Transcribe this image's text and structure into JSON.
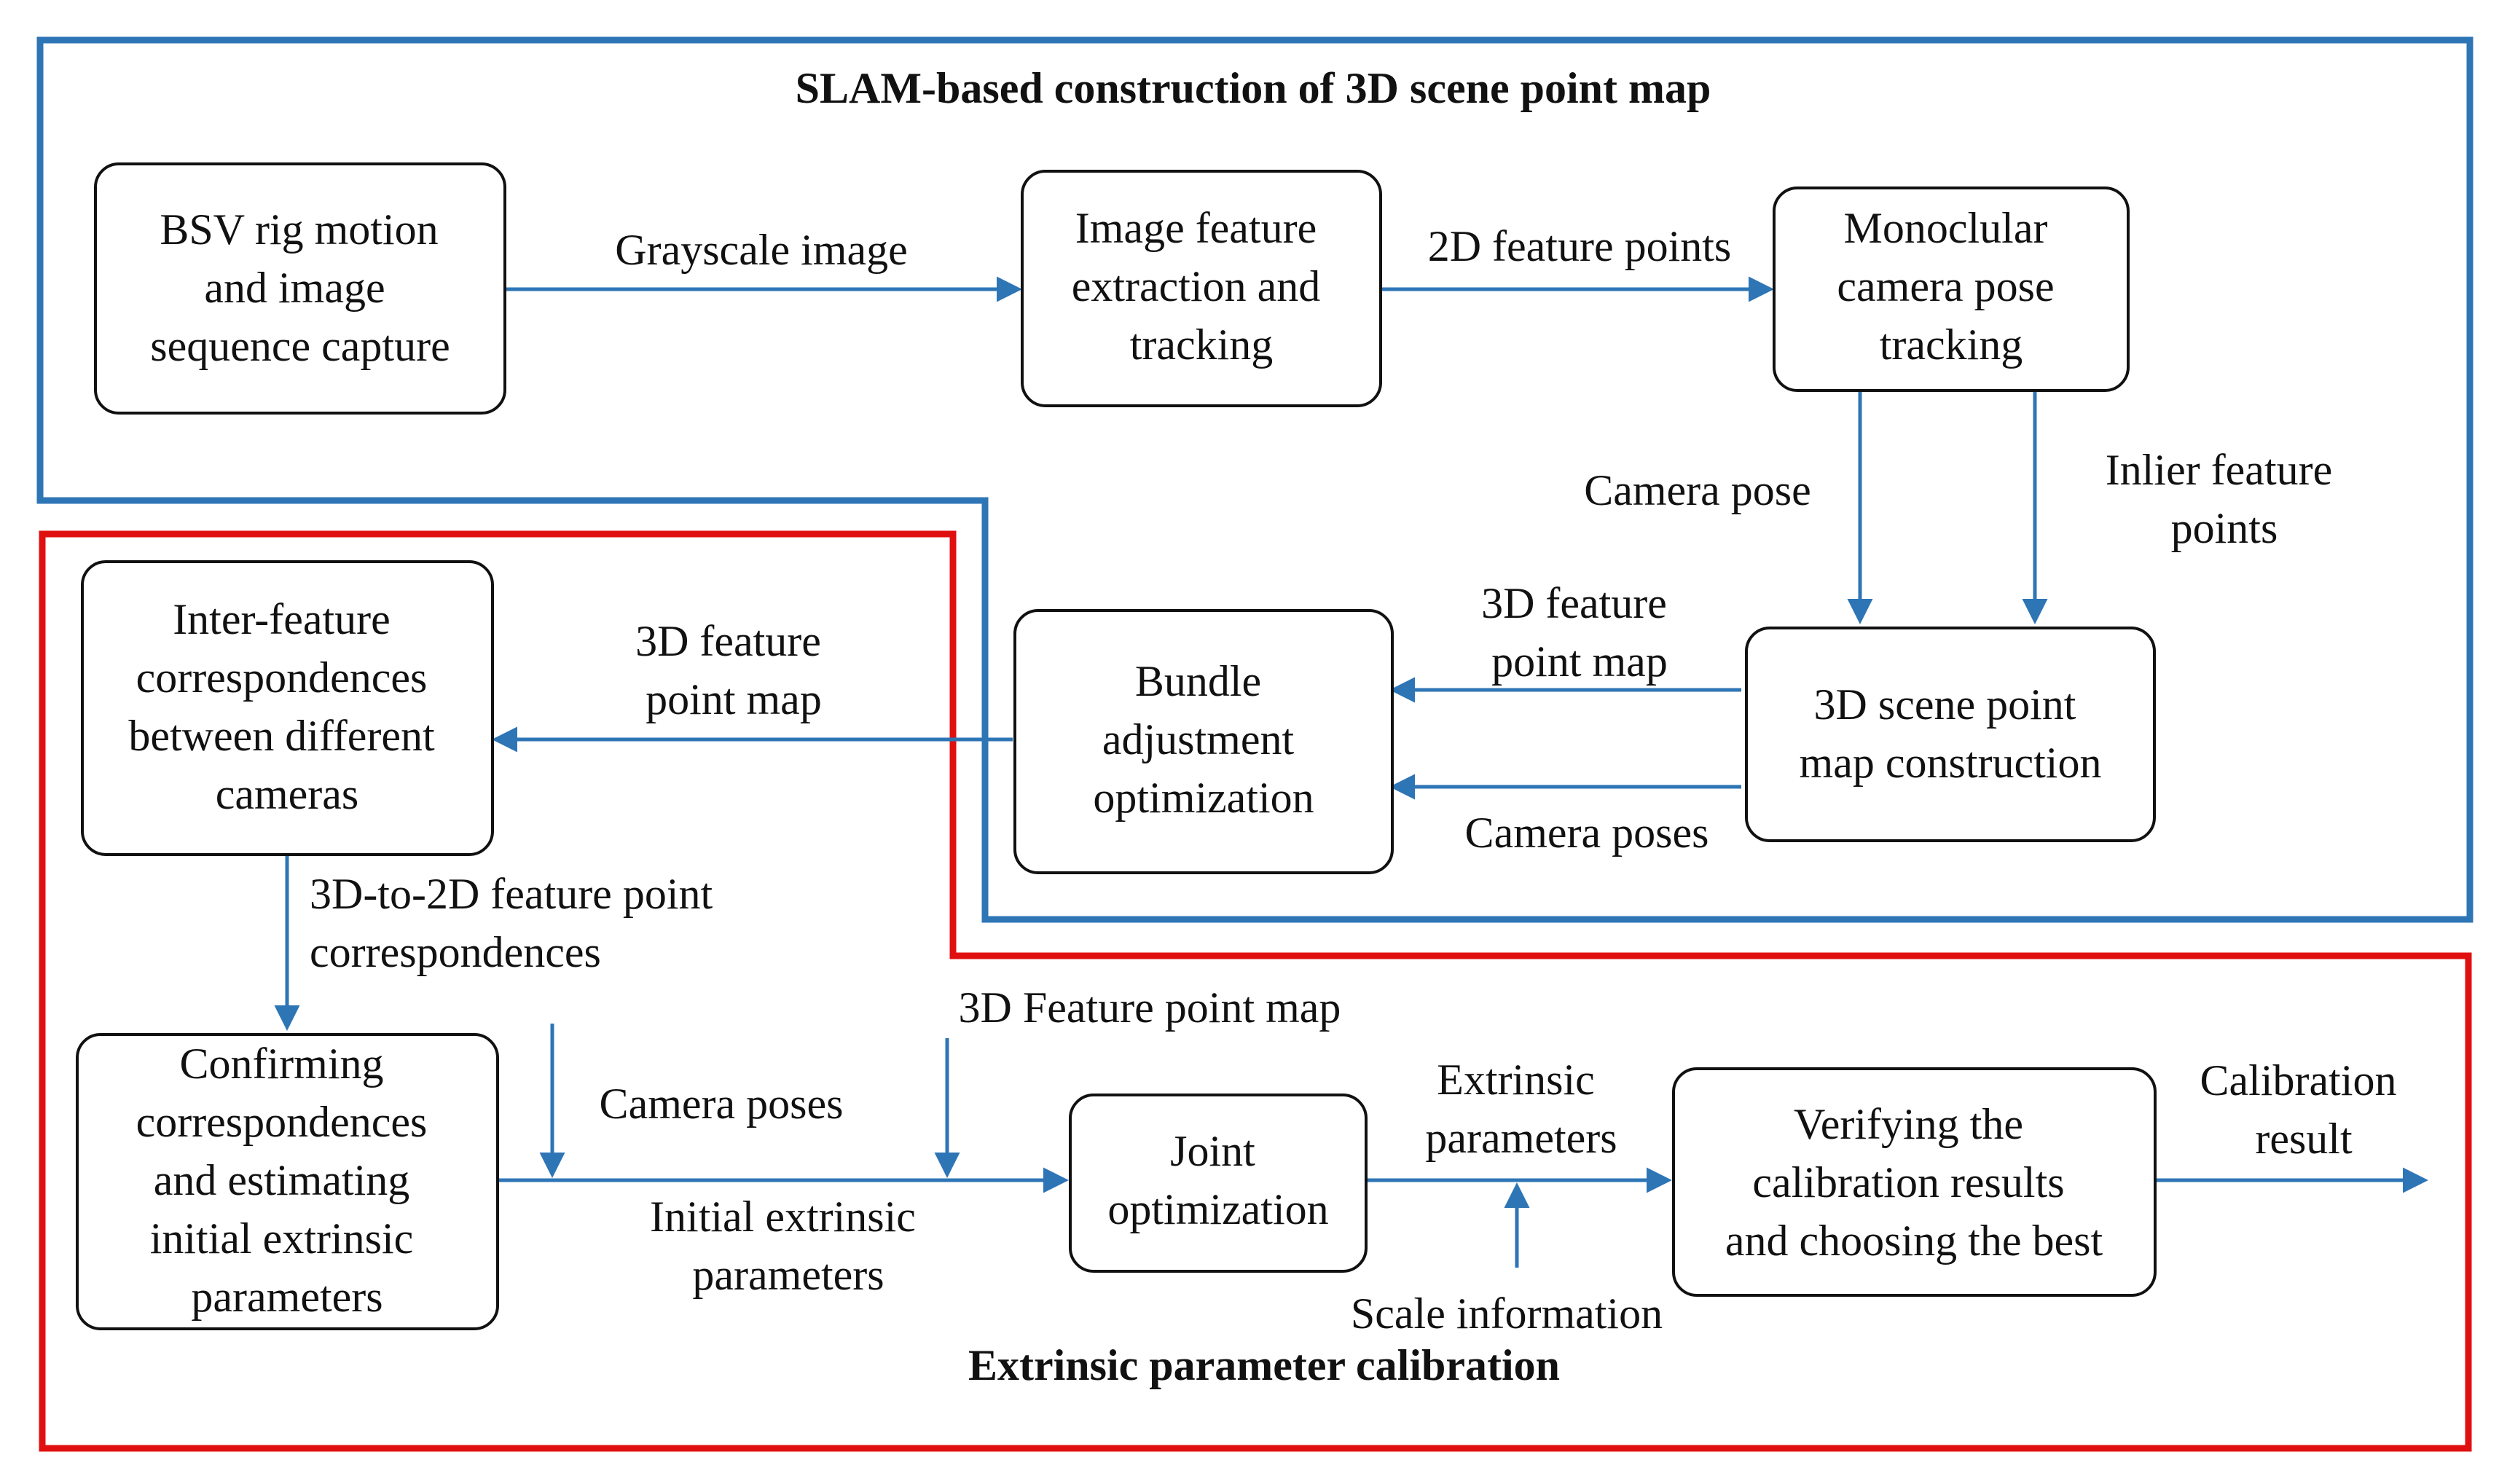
{
  "colors": {
    "slam_frame": "#2e75b6",
    "calibration_frame": "#e01010",
    "arrow": "#2e75b6",
    "box_border": "#111111",
    "text": "#111111"
  },
  "regions": {
    "slam_title": "SLAM-based construction of 3D scene point map",
    "calibration_title": "Extrinsic parameter calibration"
  },
  "boxes": {
    "bsv_capture": [
      "BSV rig motion",
      "and image",
      "sequence capture"
    ],
    "feature_extraction": [
      "Image feature",
      "extraction and",
      "tracking"
    ],
    "pose_tracking": [
      "Monoclular",
      "camera pose",
      "tracking"
    ],
    "map_construction": [
      "3D scene point",
      "map construction"
    ],
    "bundle_adjustment": [
      "Bundle",
      "adjustment",
      "optimization"
    ],
    "inter_feature": [
      "Inter-feature",
      "correspondences",
      "between different",
      "cameras"
    ],
    "confirming": [
      "Confirming",
      "correspondences",
      "and estimating",
      "initial extrinsic",
      "parameters"
    ],
    "joint_optimization": [
      "Joint",
      "optimization"
    ],
    "verifying": [
      "Verifying the",
      "calibration results",
      "and choosing the best"
    ]
  },
  "edges": {
    "grayscale": [
      "Grayscale image"
    ],
    "feature_points_2d": [
      "2D feature points"
    ],
    "camera_pose": [
      "Camera pose"
    ],
    "inlier_points": [
      "Inlier feature",
      "points"
    ],
    "map_to_ba": [
      "3D feature",
      "point map"
    ],
    "poses_to_ba": [
      "Camera poses"
    ],
    "map_to_inter": [
      "3D feature",
      "point map"
    ],
    "corr_3d_2d": [
      "3D-to-2D feature point",
      "correspondences"
    ],
    "camera_poses_in": [
      "Camera poses"
    ],
    "feature_map_in": [
      "3D Feature point map"
    ],
    "initial_extrinsic": [
      "Initial extrinsic",
      "parameters"
    ],
    "extrinsic_params": [
      "Extrinsic",
      "parameters"
    ],
    "scale_info": [
      "Scale information"
    ],
    "calibration_result": [
      "Calibration",
      "result"
    ]
  }
}
